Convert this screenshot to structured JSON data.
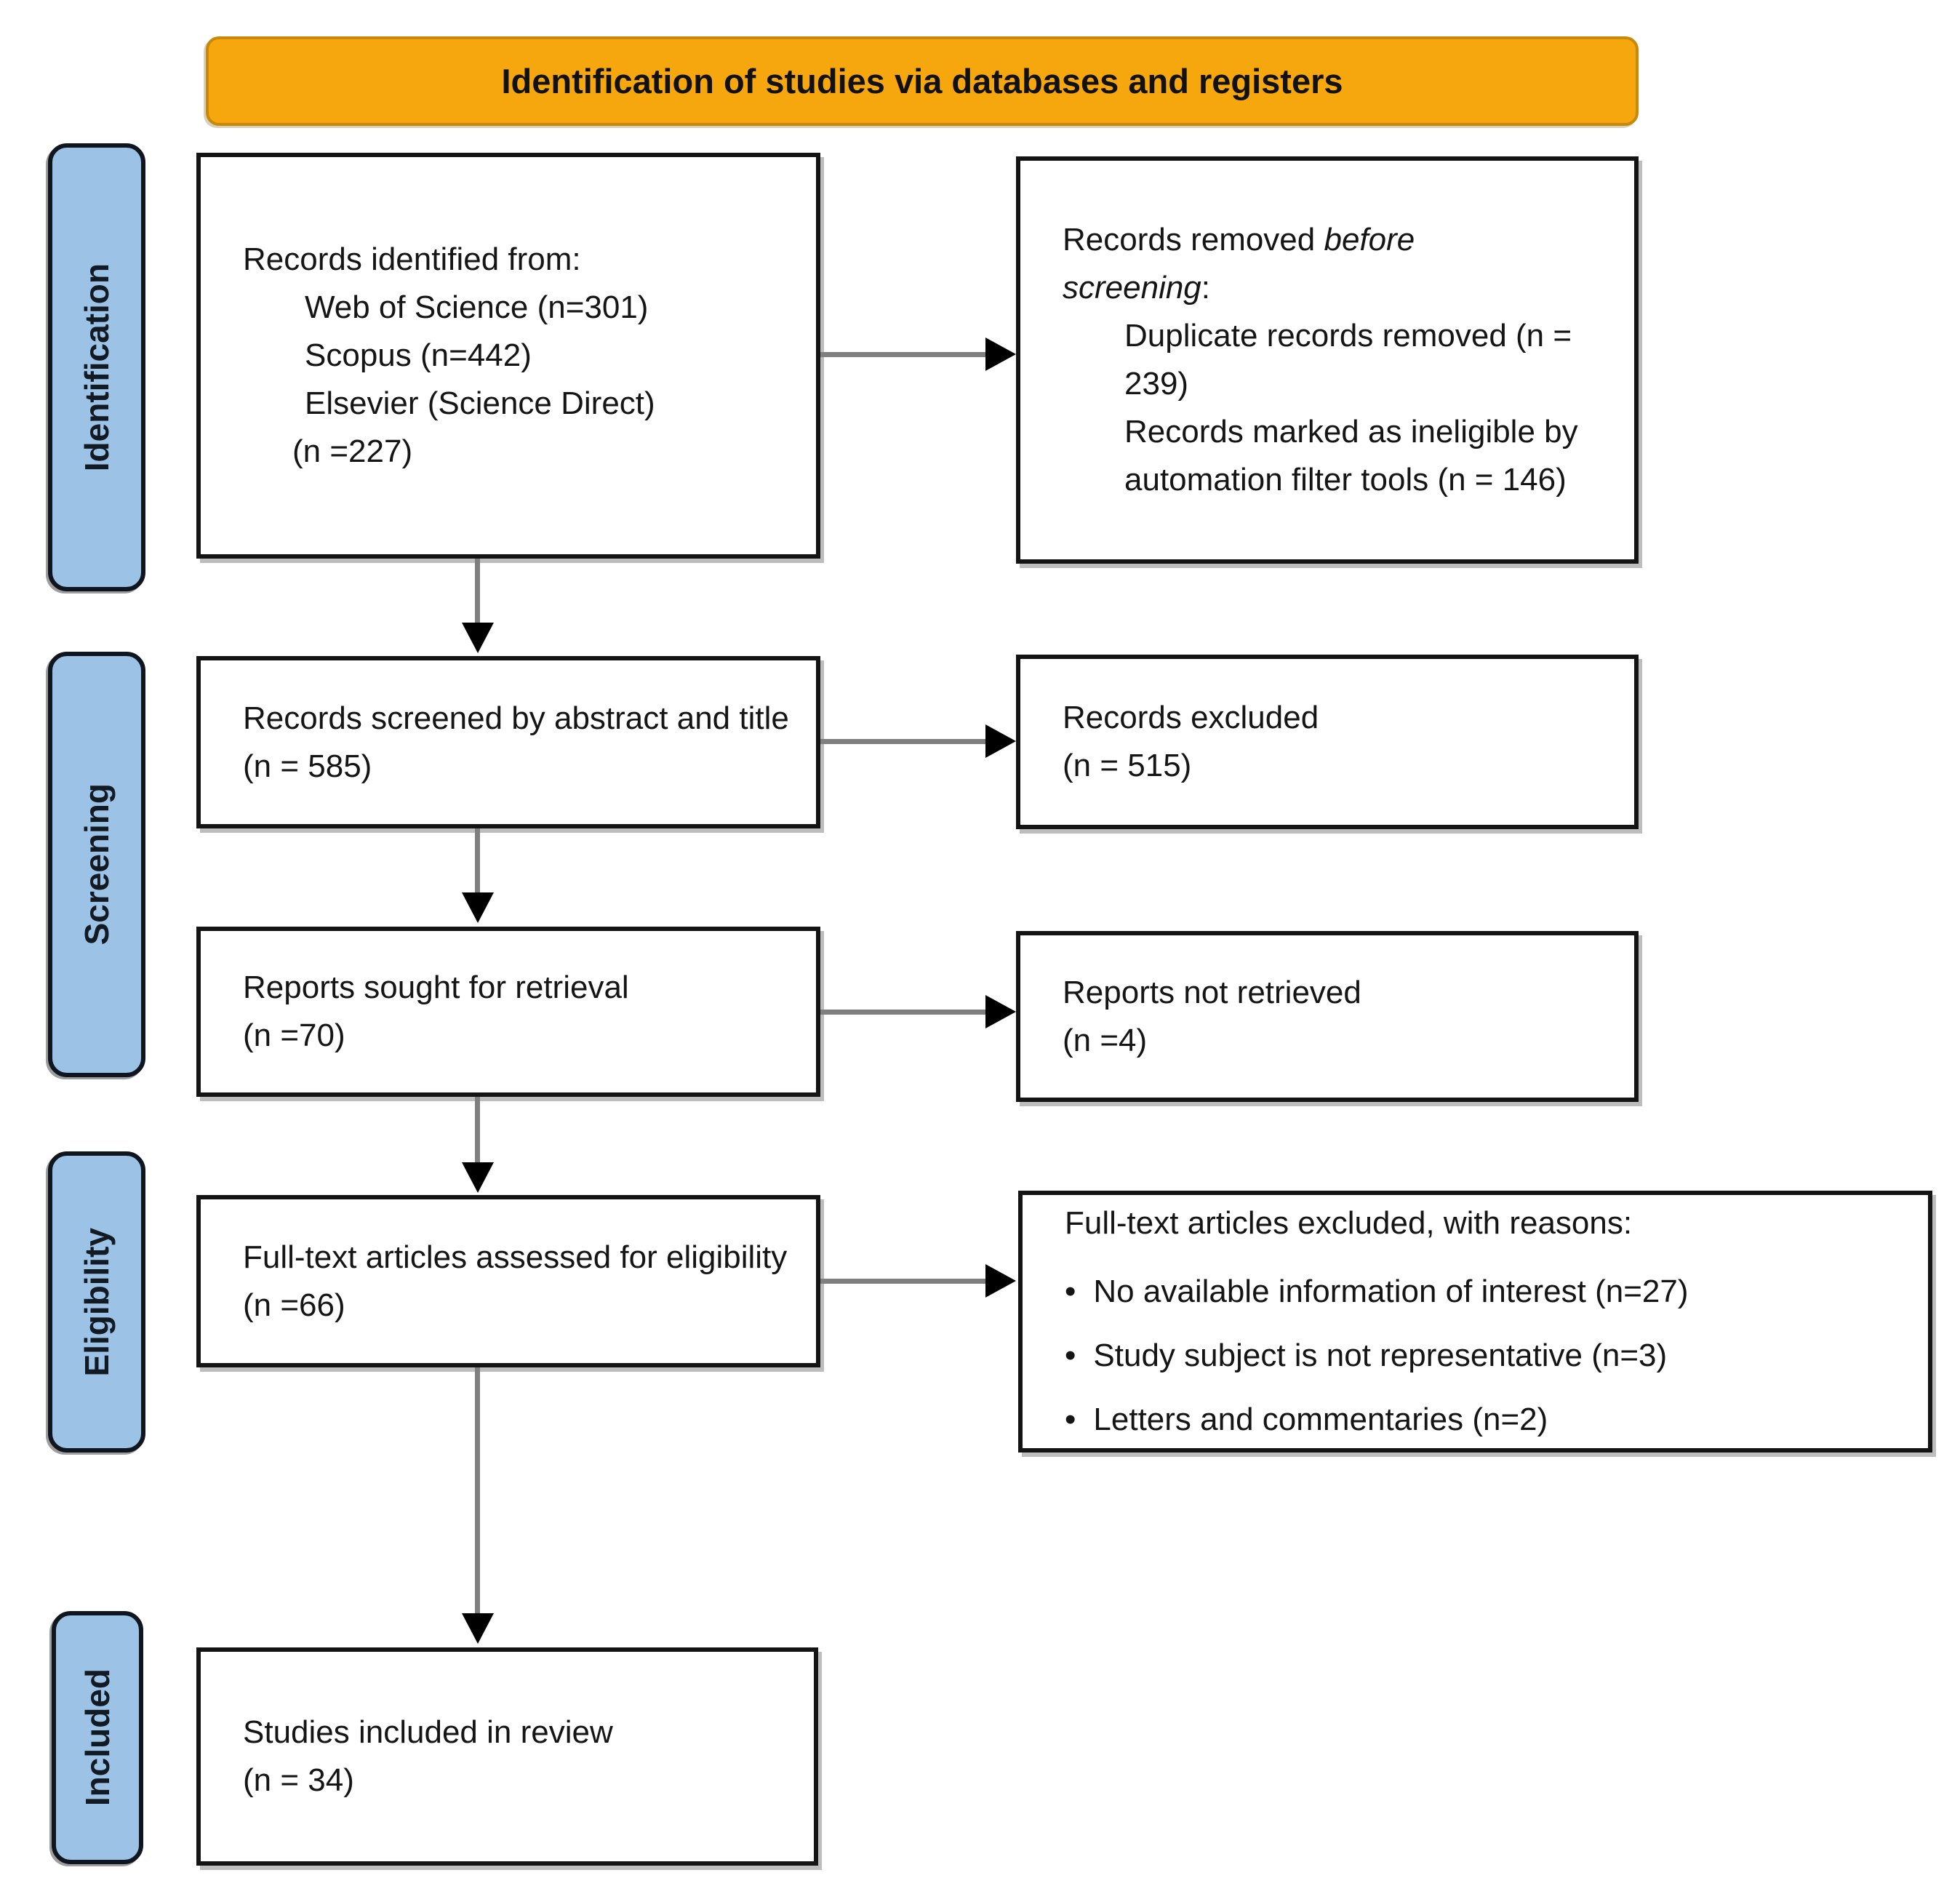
{
  "banner": {
    "title": "Identification of studies via databases and registers"
  },
  "stages": {
    "identification": "Identification",
    "screening": "Screening",
    "eligibility": "Eligibility",
    "included": "Included"
  },
  "boxes": {
    "records_identified": {
      "heading": "Records identified from:",
      "sources": [
        "Web of Science (n=301)",
        "Scopus (n=442)",
        "Elsevier (Science Direct)",
        "(n =227)"
      ]
    },
    "records_removed": {
      "line1_regular": "Records removed ",
      "line1_italic": "before",
      "line2_italic": "screening",
      "line2_regular": ":",
      "items": [
        "Duplicate records removed (n = 239)",
        "Records marked as ineligible by automation filter tools (n = 146)"
      ]
    },
    "records_screened": {
      "lines": [
        "Records screened by abstract and title",
        "(n = 585)"
      ]
    },
    "records_excluded": {
      "lines": [
        "Records excluded",
        "(n = 515)"
      ]
    },
    "reports_sought": {
      "lines": [
        "Reports sought for retrieval",
        "(n =70)"
      ]
    },
    "reports_not_retrieved": {
      "lines": [
        "Reports not retrieved",
        "(n =4)"
      ]
    },
    "fulltext_assessed": {
      "lines": [
        "Full-text articles assessed for eligibility",
        "(n =66)"
      ]
    },
    "fulltext_excluded": {
      "heading": "Full-text articles excluded, with reasons:",
      "reasons": [
        "No available information of interest (n=27)",
        "Study subject is not representative (n=3)",
        "Letters and commentaries (n=2)"
      ]
    },
    "studies_included": {
      "lines": [
        "Studies included in review",
        "(n = 34)"
      ]
    }
  },
  "glyphs": {
    "bullet": "•"
  },
  "colors": {
    "banner_fill": "#F5A70D",
    "banner_border": "#C8890B",
    "stage_fill": "#9CC2E5",
    "box_border": "#141414",
    "arrow_stem": "#7F7F7F",
    "arrow_head": "#000000"
  }
}
